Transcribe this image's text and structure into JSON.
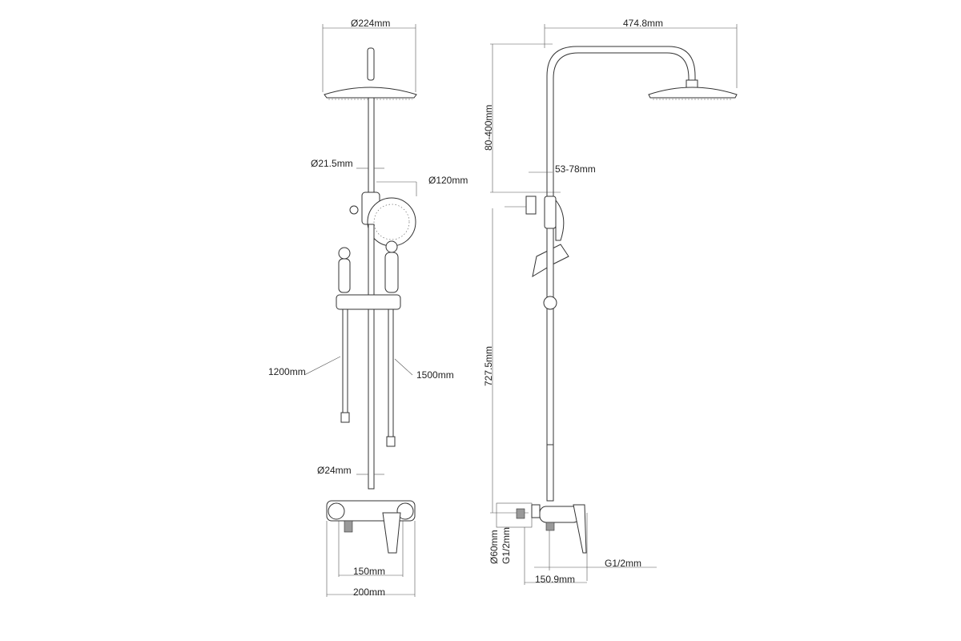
{
  "front_view": {
    "head_diameter": "Ø224mm",
    "pipe_diameter": "Ø21.5mm",
    "hand_shower_diameter": "Ø120mm",
    "hose_left": "1200mm",
    "hose_right": "1500mm",
    "lower_pipe_diameter": "Ø24mm",
    "inlet_spacing": "150mm",
    "mixer_width": "200mm"
  },
  "side_view": {
    "arm_length": "474.8mm",
    "head_height_range": "80-400mm",
    "bracket_range": "53-78mm",
    "column_height": "727.5mm",
    "flange_diameter": "Ø60mm",
    "inlet_thread_left": "G1/2mm",
    "outlet_thread": "G1/2mm",
    "projection": "150.9mm"
  }
}
